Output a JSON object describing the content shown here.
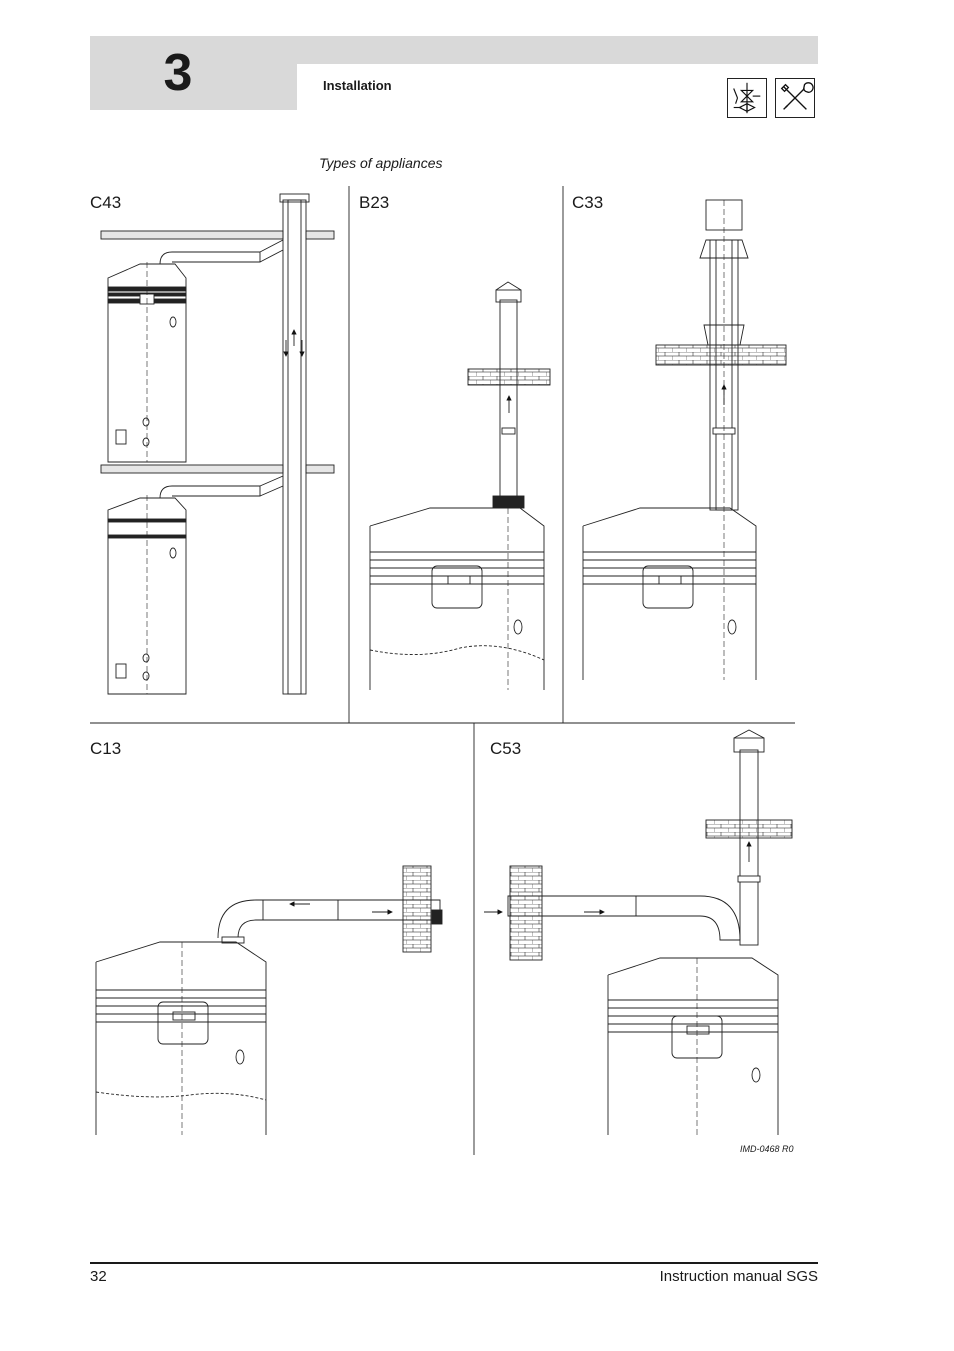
{
  "header": {
    "chapter_number": "3",
    "section_title": "Installation",
    "icons": [
      "safety-valve-diagram-icon",
      "tools-wrench-screwdriver-icon"
    ]
  },
  "diagram": {
    "caption": "Types of appliances",
    "panels": [
      {
        "label": "C43"
      },
      {
        "label": "B23"
      },
      {
        "label": "C33"
      },
      {
        "label": "C13"
      },
      {
        "label": "C53"
      }
    ],
    "drawing_reference": "IMD-0468 R0"
  },
  "footer": {
    "page_number": "32",
    "manual_title": "Instruction manual SGS"
  }
}
